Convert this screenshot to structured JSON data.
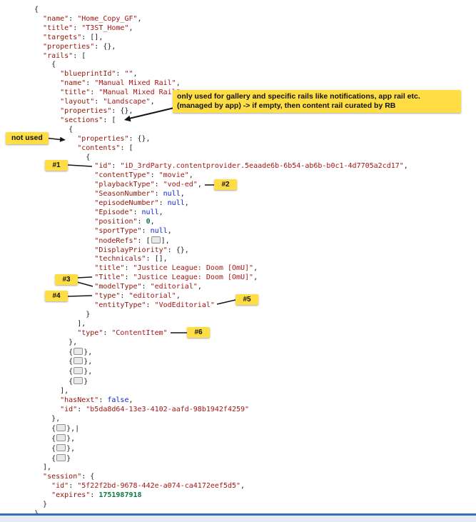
{
  "editor": {
    "lines": [
      "{",
      "  \"name\": \"Home_Copy_GF\",",
      "  \"title\": \"T3ST_Home\",",
      "  \"targets\": [],",
      "  \"properties\": {},",
      "  \"rails\": [",
      "    {",
      "      \"blueprintId\": \"\",",
      "      \"name\": \"Manual Mixed Rail\",",
      "      \"title\": \"Manual Mixed Rail\",",
      "      \"layout\": \"Landscape\",",
      "      \"properties\": {},",
      "      \"sections\": [",
      "        {",
      "          \"properties\": {},",
      "          \"contents\": [",
      "            {",
      "              \"id\": \"iD_3rdParty.contentprovider.5eaade6b-6b54-ab6b-b0c1-4d7705a2cd17\",",
      "              \"contentType\": \"movie\",",
      "              \"playbackType\": \"vod-ed\",",
      "              \"SeasonNumber\": null,",
      "              \"episodeNumber\": null,",
      "              \"Episode\": null,",
      "              \"position\": 0,",
      "              \"sportType\": null,",
      "              \"nodeRefs\": [□],",
      "              \"DisplayPriority\": {},",
      "              \"technicals\": [],",
      "              \"title\": \"Justice League: Doom [OmU]\",",
      "              \"Title\": \"Justice League: Doom [OmU]\",",
      "              \"modelType\": \"editorial\",",
      "              \"type\": \"editorial\",",
      "              \"entityType\": \"VodEditorial\"",
      "            }",
      "          ],",
      "          \"type\": \"ContentItem\"",
      "        },",
      "        {□},",
      "        {□},",
      "        {□},",
      "        {□}",
      "      ],",
      "      \"hasNext\": false,",
      "      \"id\": \"b5da8d64-13e3-4102-aafd-98b1942f4259\"",
      "    },",
      "    {□},|",
      "    {□},",
      "    {□},",
      "    {□}",
      "  ],",
      "  \"session\": {",
      "    \"id\": \"5f22f2bd-9678-442e-a074-ca4172eef5d5\",",
      "    \"expires\": 1751987918",
      "  }",
      "}"
    ]
  },
  "annotations": {
    "note_sections": {
      "text": "only used for gallery and specific rails like notifications, app rail etc. (managed by app) -> if empty, then content rail curated by RB"
    },
    "not_used": {
      "text": "not used"
    },
    "tag1": {
      "text": "#1"
    },
    "tag2": {
      "text": "#2"
    },
    "tag3": {
      "text": "#3"
    },
    "tag4": {
      "text": "#4"
    },
    "tag5": {
      "text": "#5"
    },
    "tag6": {
      "text": "#6"
    }
  },
  "colors": {
    "annotation_yellow": "#ffdd45",
    "divider_blue": "#2e6fc0",
    "json_key": "#8f1509",
    "json_string": "#a31515",
    "json_keyword": "#0d24cc",
    "json_number": "#0a7a43"
  }
}
